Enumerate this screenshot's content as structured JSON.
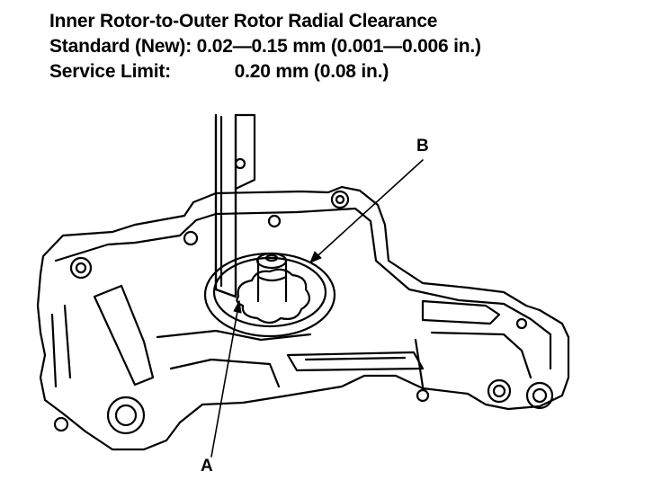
{
  "spec": {
    "title": "Inner Rotor-to-Outer Rotor Radial Clearance",
    "standard_label": "Standard (New):",
    "standard_value": "0.02—0.15 mm (0.001—0.006 in.)",
    "service_label": "Service Limit:",
    "service_value": "0.20 mm (0.08 in.)"
  },
  "callouts": {
    "a": "A",
    "b": "B"
  },
  "colors": {
    "ink": "#000000",
    "paper": "#ffffff"
  }
}
